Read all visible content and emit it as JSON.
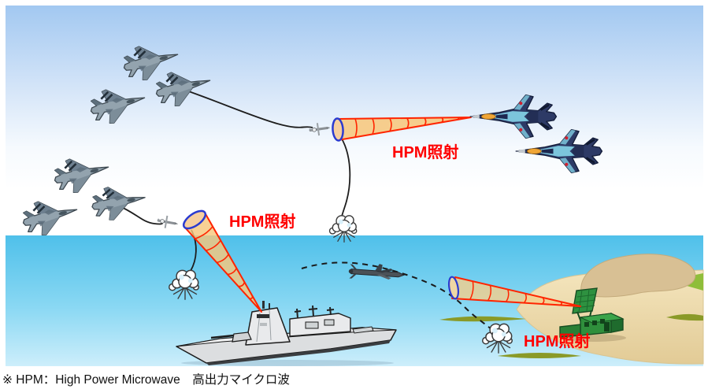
{
  "diagram": {
    "labels": {
      "beam_air": "HPM照射",
      "beam_ship": "HPM照射",
      "beam_land": "HPM照射"
    },
    "footnote": "※ HPM：High Power Microwave　高出力マイクロ波",
    "colors": {
      "sky_top": "#a2c8f1",
      "sea_top": "#4fc0ea",
      "sea_bottom": "#cdeefb",
      "beam_fill": "#f6c88e",
      "beam_outline": "#ff2400",
      "beam_ring_blue": "#2b3bd0",
      "label_red": "#ff0000",
      "island_sand": "#eedcb2",
      "island_hill": "#d8c094",
      "radar_green": "#2f8f3c"
    },
    "scene": {
      "gray_fighter_count": 6,
      "dark_target_fighter_count": 2,
      "elements": [
        "fighter-formation",
        "towed-hpm-emitters",
        "hpm-beams",
        "target-fighters",
        "stealth-warship",
        "cruise-missile",
        "island-radar-unit",
        "smoke-puffs"
      ]
    }
  }
}
